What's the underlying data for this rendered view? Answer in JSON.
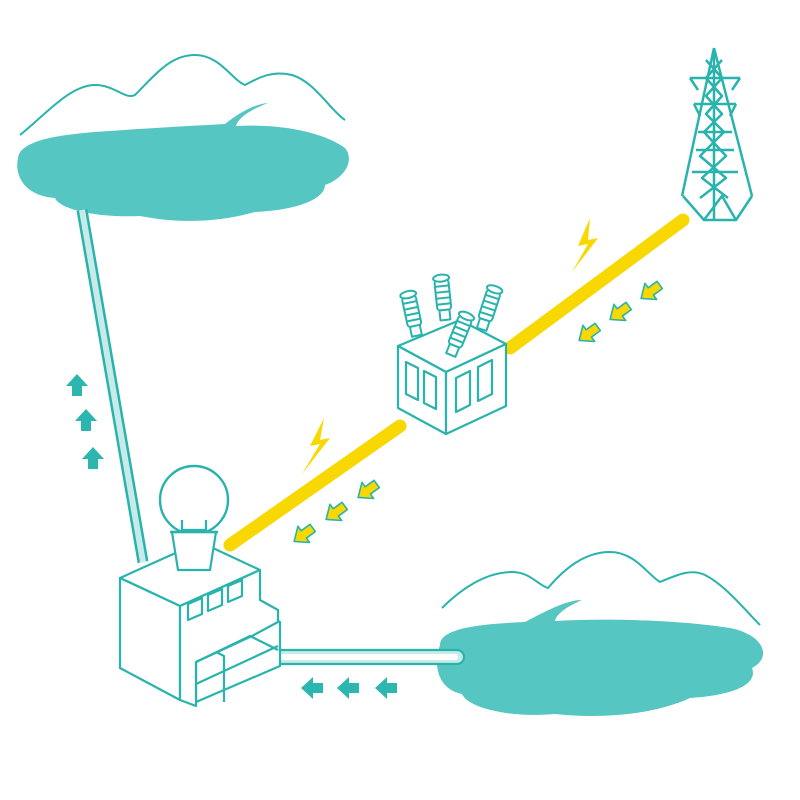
{
  "diagram": {
    "colors": {
      "water": "#55c6c2",
      "stroke": "#29b3ad",
      "arrow": "#2bb7b0",
      "power_line": "#f8d800",
      "pipe_inner": "#c8ebe9",
      "background": "#ffffff"
    },
    "components": {
      "upper_reservoir": "reservoir-upper",
      "lower_reservoir": "reservoir-lower",
      "power_station": "pumped-storage-power-station",
      "substation": "transformer-substation",
      "transmission_tower": "transmission-tower"
    },
    "flows": {
      "water_up_pipe": "pump-up",
      "water_from_lower": "toward-power-station",
      "electricity_from_grid": "toward-power-station"
    },
    "icons": [
      "lightning-bolt-icon",
      "lightning-bolt-icon",
      "up-arrow-icon",
      "left-arrow-icon",
      "down-left-arrow-icon"
    ]
  }
}
